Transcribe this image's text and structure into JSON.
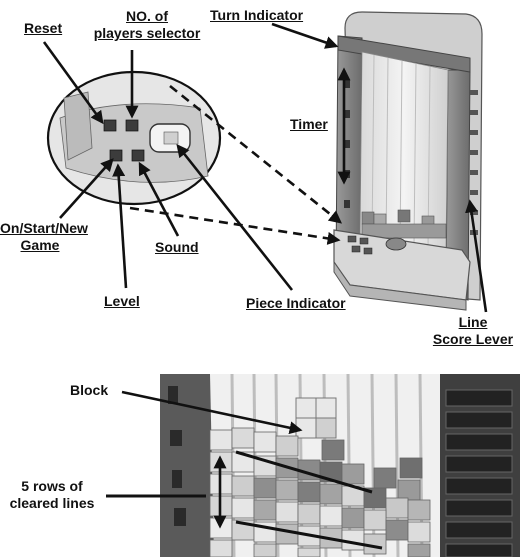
{
  "labels": {
    "reset": "Reset",
    "players_line1": "NO. of",
    "players_line2": "players selector",
    "turn_indicator": "Turn Indicator",
    "timer": "Timer",
    "on_start_line1": "On/Start/New",
    "on_start_line2": "Game",
    "sound": "Sound",
    "level": "Level",
    "piece_indicator": "Piece Indicator",
    "line_score_line1": "Line",
    "line_score_line2": "Score Lever",
    "block": "Block",
    "cleared_line1": "5 rows of",
    "cleared_line2": "cleared lines"
  },
  "colors": {
    "ink": "#111111",
    "device_frame": "#8a8a8a",
    "device_dark": "#4a4a4a",
    "block_light": "#e4e4e4",
    "block_mid": "#8c8c8c",
    "block_dark": "#555555"
  }
}
